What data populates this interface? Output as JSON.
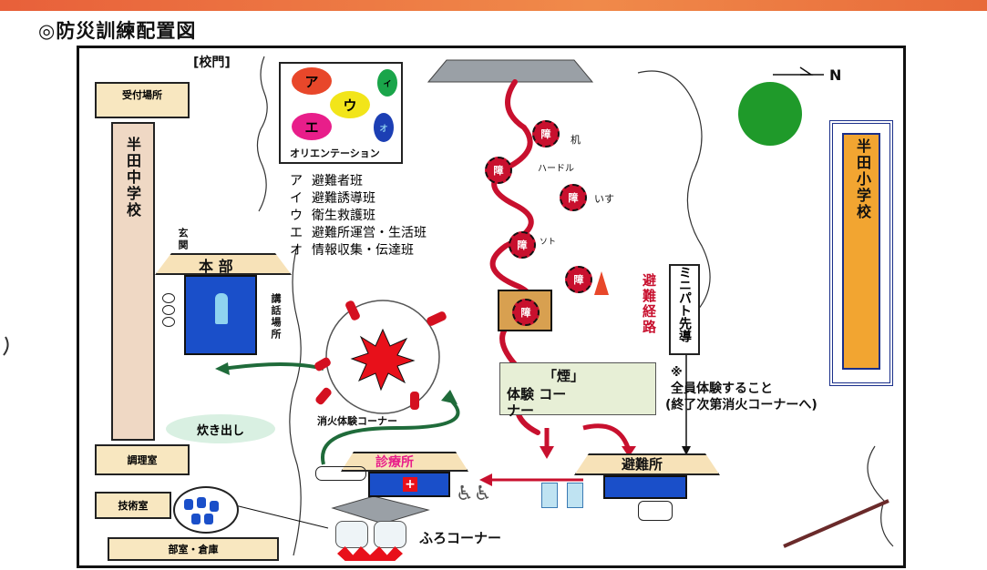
{
  "title": "◎防災訓練配置図",
  "gate_label": "[校門]",
  "north_label": "N",
  "reception": "受付場所",
  "handa_junior_high": "半田中学校",
  "handa_elementary": "半田小学校",
  "entrance": "玄関",
  "headquarters": "本 部",
  "lecture_area": "講話場所",
  "cooking": "炊き出し",
  "cooking_room": "調理室",
  "tech_room": "技術室",
  "club_storage": "部室・倉庫",
  "orientation": {
    "label": "オリエンテーション",
    "circles": [
      {
        "text": "ア",
        "color": "#e8472a"
      },
      {
        "text": "イ",
        "color": "#1aa54a"
      },
      {
        "text": "ウ",
        "color": "#f2e51a"
      },
      {
        "text": "エ",
        "color": "#e81e8a"
      },
      {
        "text": "オ",
        "color": "#1c3fb4"
      }
    ]
  },
  "teams": [
    {
      "kana": "ア",
      "name": "避難者班"
    },
    {
      "kana": "イ",
      "name": "避難誘導班"
    },
    {
      "kana": "ウ",
      "name": "衛生救護班"
    },
    {
      "kana": "エ",
      "name": "避難所運営・生活班"
    },
    {
      "kana": "オ",
      "name": "情報収集・伝達班"
    }
  ],
  "obstacle_mark": "障",
  "obstacles": [
    "机",
    "ハードル",
    "いす",
    "ソト"
  ],
  "evacuation_route": "避難経路",
  "mini_patrol": "ミニパト先導",
  "smoke_corner": {
    "line1": "「煙」",
    "line2": "体験 コー",
    "line3": "ナー"
  },
  "note": {
    "line1": "※",
    "line2": "全員体験すること",
    "line3": "(終了次第消火コーナーへ)"
  },
  "fire_corner": "消火体験コーナー",
  "clinic": "診療所",
  "shelter": "避難所",
  "bath_corner": "ふろコーナー",
  "colors": {
    "route_red": "#c8102e",
    "arrow_green": "#1f6b3a",
    "building_blue": "#1a4fc9",
    "elementary_orange": "#f2a531"
  }
}
